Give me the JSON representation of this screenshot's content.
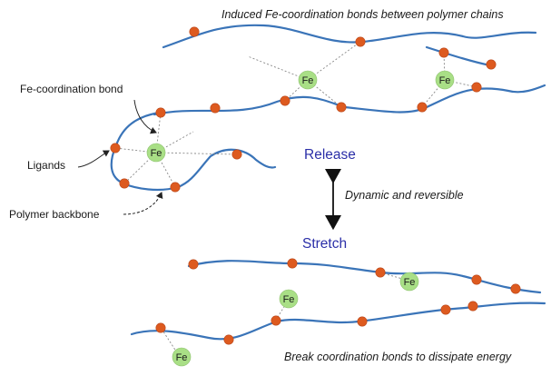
{
  "title_top": "Induced Fe-coordination bonds between polymer chains",
  "title_bottom": "Break coordination bonds to dissipate energy",
  "labels": {
    "fe_coordination_bond": "Fe-coordination bond",
    "ligands": "Ligands",
    "polymer_backbone": "Polymer backbone"
  },
  "states": {
    "release": "Release",
    "stretch": "Stretch",
    "transition": "Dynamic and reversible"
  },
  "fe_symbol": "Fe",
  "colors": {
    "chain": "#3a74b8",
    "ligand": "#dd5a1f",
    "iron": "#a9df86",
    "state_text": "#2b2fa8"
  }
}
